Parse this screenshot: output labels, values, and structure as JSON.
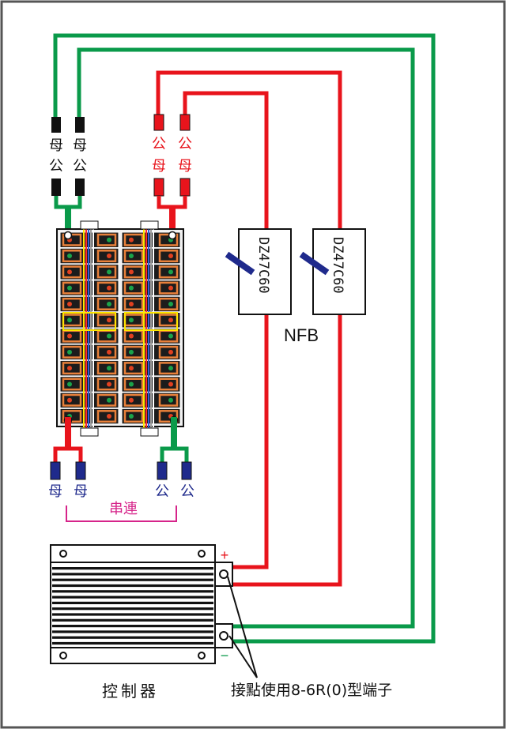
{
  "colors": {
    "green": "#0a9a4a",
    "red": "#e8141c",
    "blue": "#1f2a8c",
    "magenta": "#d6248a",
    "black": "#111111",
    "orange": "#e8803a",
    "yellow": "#ffe600",
    "gray": "#a0a0a0",
    "frame": "#555555"
  },
  "top_green_connectors": {
    "left_upper": "母",
    "left_lower": "公",
    "right_upper": "母",
    "right_lower": "公"
  },
  "top_red_connectors": {
    "left_upper": "公",
    "left_lower": "母",
    "right_upper": "公",
    "right_lower": "母"
  },
  "bottom_connectors": {
    "left_1": "母",
    "left_2": "母",
    "right_1": "公",
    "right_2": "公"
  },
  "series_label": "串連",
  "breakers": {
    "left_model": "DZ47C60",
    "right_model": "DZ47C60",
    "label": "NFB"
  },
  "controller": {
    "label": "控制器",
    "plus_sign": "+",
    "minus_sign": "−"
  },
  "terminal_note": "接點使用8-6R(0)型端子"
}
